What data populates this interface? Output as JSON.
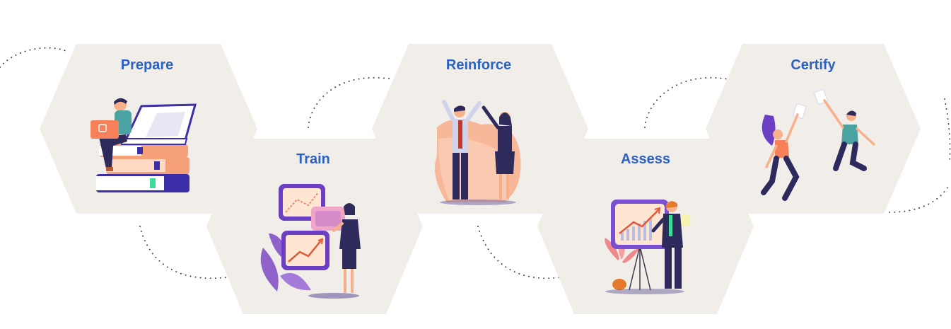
{
  "steps": [
    {
      "id": "prepare",
      "label": "Prepare"
    },
    {
      "id": "train",
      "label": "Train"
    },
    {
      "id": "reinforce",
      "label": "Reinforce"
    },
    {
      "id": "assess",
      "label": "Assess"
    },
    {
      "id": "certify",
      "label": "Certify"
    }
  ],
  "colors": {
    "hex_fill": "#f1eeea",
    "title": "#2b62c4",
    "connector": "#2a2a3a",
    "accent_orange": "#f6a07a",
    "accent_purple": "#6b3fc4",
    "accent_pink": "#f0a6c8",
    "suit_navy": "#2e2a5c"
  },
  "illustrations": [
    {
      "step": "prepare",
      "icon": "person-with-laptop-on-books-icon"
    },
    {
      "step": "train",
      "icon": "woman-presenting-charts-icon"
    },
    {
      "step": "reinforce",
      "icon": "high-five-colleagues-icon"
    },
    {
      "step": "assess",
      "icon": "man-presenting-growth-chart-icon"
    },
    {
      "step": "certify",
      "icon": "jumping-celebration-icon"
    }
  ]
}
